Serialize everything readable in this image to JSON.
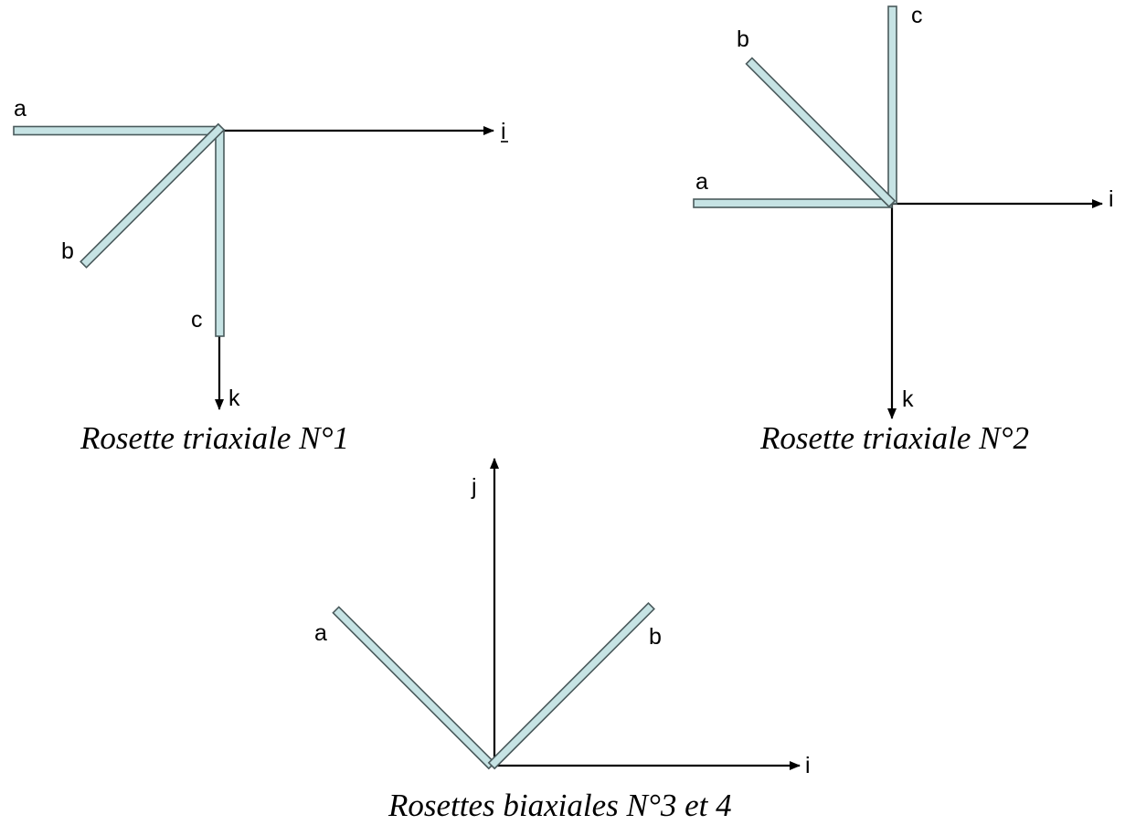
{
  "colors": {
    "gauge_fill": "#c6e3e4",
    "gauge_stroke": "#4a5a5c",
    "axis": "#000000"
  },
  "rosette1": {
    "caption": "Rosette triaxiale N°1",
    "gauge_a": "a",
    "gauge_b": "b",
    "gauge_c": "c",
    "axis_horizontal": "i",
    "axis_vertical": "k"
  },
  "rosette2": {
    "caption": "Rosette triaxiale N°2",
    "gauge_a": "a",
    "gauge_b": "b",
    "gauge_c": "c",
    "axis_horizontal": "i",
    "axis_vertical": "k"
  },
  "rosette34": {
    "caption": "Rosettes biaxiales N°3 et 4",
    "gauge_a": "a",
    "gauge_b": "b",
    "axis_horizontal": "i",
    "axis_vertical": "j"
  }
}
